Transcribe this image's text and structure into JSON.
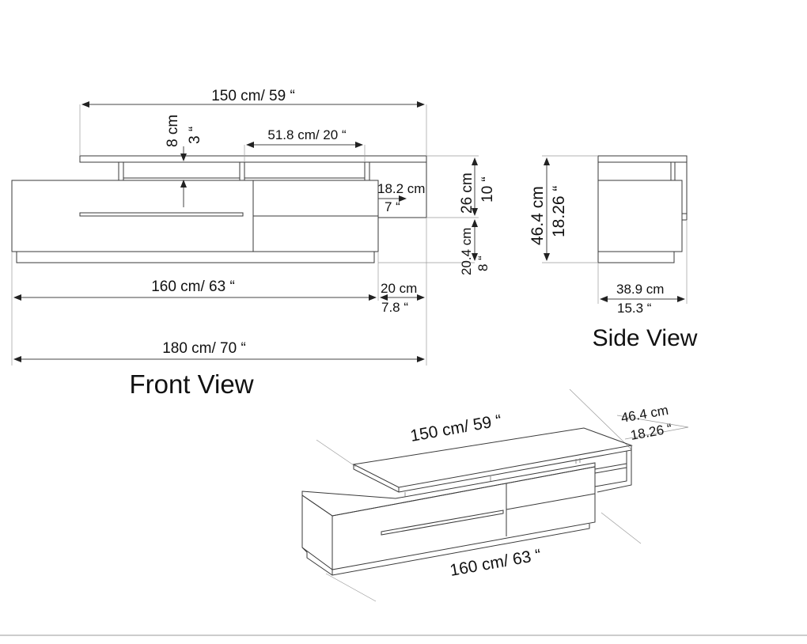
{
  "colors": {
    "line": "#3a3a3a",
    "background": "#ffffff",
    "text": "#111111"
  },
  "front_view": {
    "title": "Front View",
    "dims": {
      "top_shelf_width": "150 cm/ 59 “",
      "gap_height_cm": "8 cm",
      "gap_height_in": "3 “",
      "inner_opening": "51.8 cm/ 20 “",
      "shelf_depth_cm": "18.2 cm",
      "shelf_depth_in": "7 “",
      "upper_height_cm": "26 cm",
      "upper_height_in": "10 “",
      "cabinet_height_cm": "20.4 cm",
      "cabinet_height_in": "8 “",
      "cabinet_width": "160 cm/ 63 “",
      "overhang_cm": "20 cm",
      "overhang_in": "7.8 “",
      "total_width": "180 cm/ 70 “"
    }
  },
  "side_view": {
    "title": "Side View",
    "dims": {
      "height_cm": "46.4 cm",
      "height_in": "18.26 “",
      "depth_cm": "38.9 cm",
      "depth_in": "15.3 “"
    }
  },
  "iso_view": {
    "dims": {
      "top_width": "150 cm/ 59 “",
      "depth_cm": "46.4 cm",
      "depth_in": "18.26 “",
      "cabinet_width": "160 cm/ 63 “"
    }
  }
}
